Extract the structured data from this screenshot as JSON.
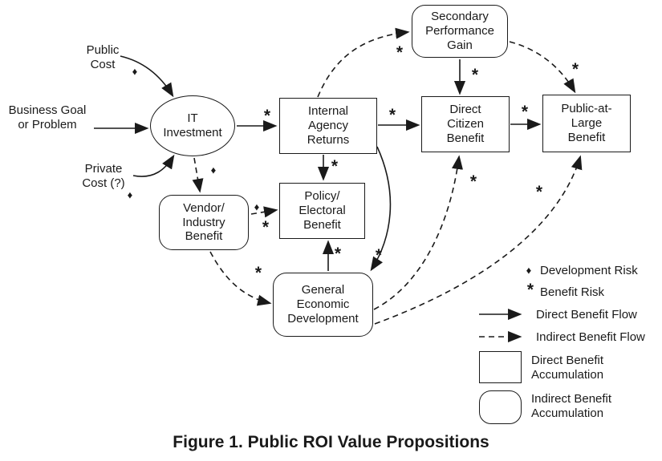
{
  "nodes": {
    "business_goal": {
      "label": "Business Goal\nor Problem",
      "shape": "plain-text"
    },
    "public_cost": {
      "label": "Public\nCost",
      "shape": "plain-text"
    },
    "private_cost": {
      "label": "Private\nCost (?)",
      "shape": "plain-text"
    },
    "it_investment": {
      "label": "IT\nInvestment",
      "shape": "ellipse"
    },
    "internal_agency_returns": {
      "label": "Internal\nAgency\nReturns",
      "shape": "rect"
    },
    "secondary_performance_gain": {
      "label": "Secondary\nPerformance\nGain",
      "shape": "rounded-rect"
    },
    "direct_citizen_benefit": {
      "label": "Direct\nCitizen\nBenefit",
      "shape": "rect"
    },
    "public_at_large_benefit": {
      "label": "Public-at-\nLarge\nBenefit",
      "shape": "rect"
    },
    "vendor_industry_benefit": {
      "label": "Vendor/\nIndustry\nBenefit",
      "shape": "rounded-rect"
    },
    "policy_electoral_benefit": {
      "label": "Policy/\nElectoral\nBenefit",
      "shape": "rect"
    },
    "general_economic_development": {
      "label": "General\nEconomic\nDevelopment",
      "shape": "rounded-rect"
    }
  },
  "symbols": {
    "development_risk": "♦",
    "benefit_risk": "*"
  },
  "edges": [
    {
      "from": "business_goal",
      "to": "it_investment",
      "style": "solid"
    },
    {
      "from": "public_cost",
      "to": "it_investment",
      "style": "solid",
      "risk": "development"
    },
    {
      "from": "private_cost",
      "to": "it_investment",
      "style": "solid",
      "risk": "development"
    },
    {
      "from": "it_investment",
      "to": "internal_agency_returns",
      "style": "solid",
      "risk": "benefit"
    },
    {
      "from": "it_investment",
      "to": "vendor_industry_benefit",
      "style": "dashed",
      "risk": "development"
    },
    {
      "from": "internal_agency_returns",
      "to": "secondary_performance_gain",
      "style": "dashed",
      "risk": "benefit"
    },
    {
      "from": "internal_agency_returns",
      "to": "direct_citizen_benefit",
      "style": "solid",
      "risk": "benefit"
    },
    {
      "from": "internal_agency_returns",
      "to": "policy_electoral_benefit",
      "style": "solid",
      "risk": "benefit"
    },
    {
      "from": "internal_agency_returns",
      "to": "general_economic_development",
      "style": "solid",
      "risk": "benefit"
    },
    {
      "from": "secondary_performance_gain",
      "to": "direct_citizen_benefit",
      "style": "solid",
      "risk": "benefit"
    },
    {
      "from": "secondary_performance_gain",
      "to": "public_at_large_benefit",
      "style": "dashed",
      "risk": "benefit"
    },
    {
      "from": "direct_citizen_benefit",
      "to": "public_at_large_benefit",
      "style": "solid",
      "risk": "benefit"
    },
    {
      "from": "vendor_industry_benefit",
      "to": "policy_electoral_benefit",
      "style": "dashed",
      "risk": "development, benefit"
    },
    {
      "from": "vendor_industry_benefit",
      "to": "general_economic_development",
      "style": "dashed",
      "risk": "benefit"
    },
    {
      "from": "general_economic_development",
      "to": "policy_electoral_benefit",
      "style": "solid",
      "risk": "benefit"
    },
    {
      "from": "general_economic_development",
      "to": "direct_citizen_benefit",
      "style": "dashed",
      "risk": "benefit"
    },
    {
      "from": "general_economic_development",
      "to": "public_at_large_benefit",
      "style": "dashed",
      "risk": "benefit"
    }
  ],
  "legend": {
    "development_risk": "Development Risk",
    "benefit_risk": "Benefit Risk",
    "direct_benefit_flow": "Direct Benefit Flow",
    "indirect_benefit_flow": "Indirect Benefit Flow",
    "direct_benefit_accumulation": "Direct Benefit\nAccumulation",
    "indirect_benefit_accumulation": "Indirect Benefit\nAccumulation"
  },
  "caption": "Figure 1. Public ROI Value Propositions",
  "colors": {
    "stroke": "#1a1a1a",
    "background": "#ffffff",
    "text": "#1a1a1a"
  }
}
